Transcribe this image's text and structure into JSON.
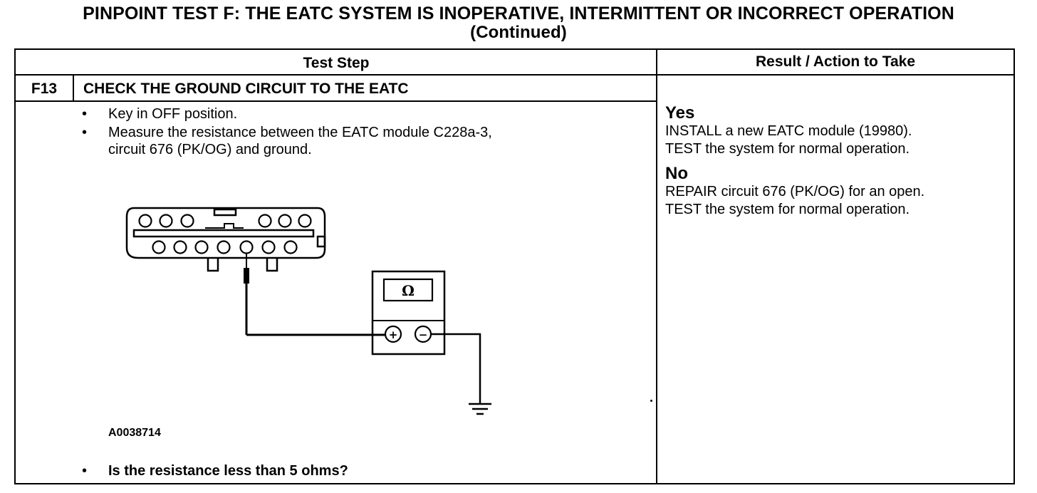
{
  "title": {
    "line1": "PINPOINT TEST  F: THE EATC SYSTEM IS INOPERATIVE, INTERMITTENT OR INCORRECT OPERATION",
    "line2": "(Continued)"
  },
  "table": {
    "header_test_step": "Test Step",
    "header_result": "Result / Action to Take"
  },
  "step": {
    "id": "F13",
    "title": "CHECK THE GROUND CIRCUIT TO THE EATC",
    "bullet1": "Key in OFF position.",
    "bullet2_line1": "Measure the resistance between the EATC module C228a-3,",
    "bullet2_line2": "circuit 676 (PK/OG) and ground.",
    "figure_id": "A0038714",
    "question": "Is the resistance less than 5 ohms?"
  },
  "diagram": {
    "meter_symbol": "Ω",
    "plus_symbol": "+",
    "minus_symbol": "−"
  },
  "result": {
    "yes_label": "Yes",
    "yes_line1": "INSTALL a new EATC module (19980).",
    "yes_line2": "TEST the system for normal operation.",
    "no_label": "No",
    "no_line1": "REPAIR circuit 676 (PK/OG) for an open.",
    "no_line2": "TEST the system for normal operation."
  }
}
